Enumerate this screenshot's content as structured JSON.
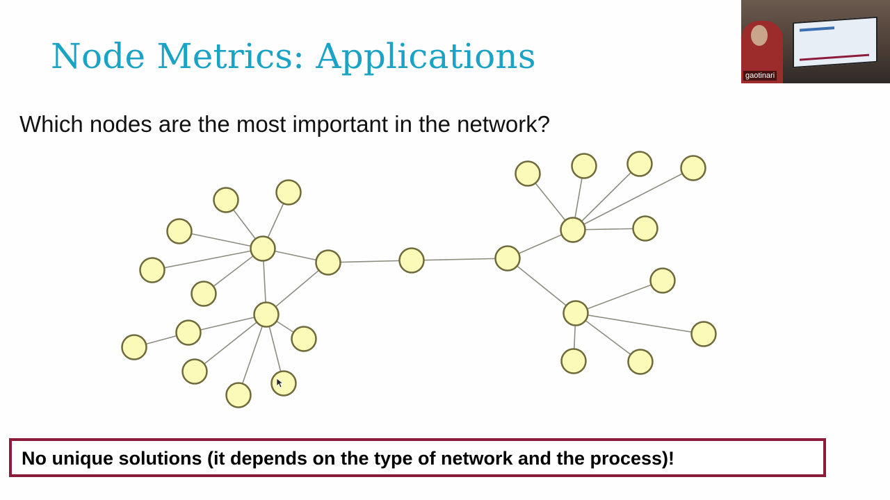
{
  "slide": {
    "title": "Node Metrics: Applications",
    "question": "Which nodes are the most important in the network?",
    "callout": "No unique solutions (it depends on the type of network and the process)!"
  },
  "webcam": {
    "name_label": "gaotinari"
  },
  "colors": {
    "title": "#1aa3c4",
    "node_fill": "#fbfab8",
    "node_stroke": "#6e6a3b",
    "edge": "#8c8c80",
    "callout_border": "#8a1c3a"
  },
  "network": {
    "nodes": [
      {
        "id": "a"
      },
      {
        "id": "b"
      },
      {
        "id": "c"
      },
      {
        "id": "d"
      },
      {
        "id": "e"
      },
      {
        "id": "f"
      },
      {
        "id": "g"
      },
      {
        "id": "h"
      },
      {
        "id": "i"
      },
      {
        "id": "j"
      },
      {
        "id": "k"
      },
      {
        "id": "l"
      },
      {
        "id": "m"
      },
      {
        "id": "n"
      },
      {
        "id": "o"
      },
      {
        "id": "p"
      },
      {
        "id": "q"
      },
      {
        "id": "r"
      },
      {
        "id": "s"
      },
      {
        "id": "t"
      },
      {
        "id": "u"
      },
      {
        "id": "v"
      },
      {
        "id": "w"
      },
      {
        "id": "x"
      },
      {
        "id": "y"
      },
      {
        "id": "z"
      },
      {
        "id": "aa"
      },
      {
        "id": "bb"
      }
    ],
    "edges": [
      [
        "h1",
        "a"
      ],
      [
        "h1",
        "b"
      ],
      [
        "h1",
        "c"
      ],
      [
        "h1",
        "d"
      ],
      [
        "h1",
        "e"
      ],
      [
        "h1",
        "h2"
      ],
      [
        "h1",
        "bridge1"
      ],
      [
        "h2",
        "f"
      ],
      [
        "h2",
        "g"
      ],
      [
        "h2",
        "i"
      ],
      [
        "h2",
        "j"
      ],
      [
        "h2",
        "k"
      ],
      [
        "h2",
        "bridge1"
      ],
      [
        "g",
        "f2"
      ],
      [
        "bridge1",
        "mid"
      ],
      [
        "mid",
        "bridge2"
      ],
      [
        "bridge2",
        "h3"
      ],
      [
        "bridge2",
        "h4"
      ],
      [
        "h3",
        "l"
      ],
      [
        "h3",
        "m"
      ],
      [
        "h3",
        "n"
      ],
      [
        "h3",
        "o"
      ],
      [
        "h3",
        "p"
      ],
      [
        "h4",
        "q"
      ],
      [
        "h4",
        "r"
      ],
      [
        "h4",
        "s"
      ],
      [
        "h4",
        "t"
      ]
    ]
  }
}
